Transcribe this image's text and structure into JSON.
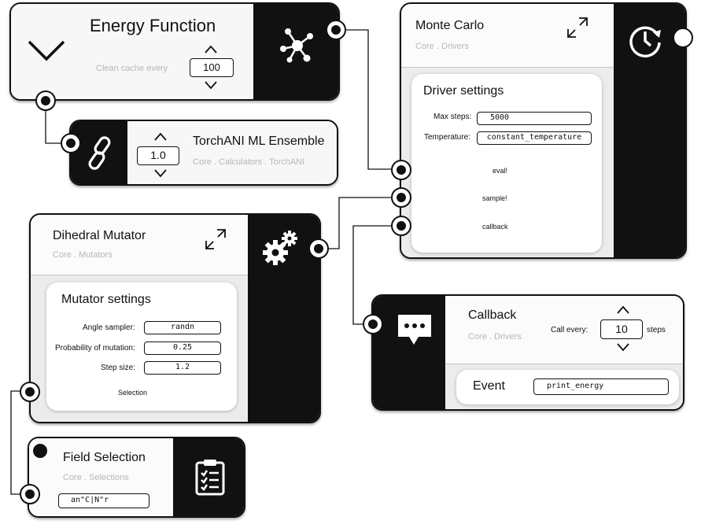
{
  "energy_function": {
    "title": "Energy Function",
    "clean_cache_label": "Clean cache every",
    "clean_cache_value": "100"
  },
  "torchani": {
    "title": "TorchANI ML Ensemble",
    "path": "Core . Calculators . TorchANI",
    "value": "1.0"
  },
  "monte_carlo": {
    "title": "Monte Carlo",
    "path": "Core . Drivers",
    "driver_settings_title": "Driver settings",
    "max_steps_label": "Max steps:",
    "max_steps_value": "5000",
    "temperature_label": "Temperature:",
    "temperature_value": "constant_temperature",
    "events": [
      "eval!",
      "sample!",
      "callback"
    ]
  },
  "dihedral_mutator": {
    "title": "Dihedral Mutator",
    "path": "Core . Mutators",
    "settings_title": "Mutator settings",
    "angle_sampler_label": "Angle sampler:",
    "angle_sampler_value": "randn",
    "probability_label": "Probability of mutation:",
    "probability_value": "0.25",
    "step_size_label": "Step size:",
    "step_size_value": "1.2",
    "selection_label": "Selection"
  },
  "callback": {
    "title": "Callback",
    "path": "Core . Drivers",
    "call_every_label": "Call every:",
    "call_every_value": "10",
    "steps_label": "steps",
    "event_label": "Event",
    "event_value": "print_energy"
  },
  "field_selection": {
    "title": "Field Selection",
    "path": "Core . Selections",
    "value": "an\"C|N\"r"
  },
  "icons": {
    "energy_toggle": "chevron-down-icon",
    "energy_node": "network-icon",
    "torchani_node": "link-icon",
    "monte_carlo_expand": "expand-icon",
    "monte_carlo_node": "history-icon",
    "dihedral_expand": "expand-icon",
    "dihedral_node": "gears-icon",
    "callback_node": "chat-bubble-icon",
    "field_selection_node": "clipboard-icon"
  }
}
